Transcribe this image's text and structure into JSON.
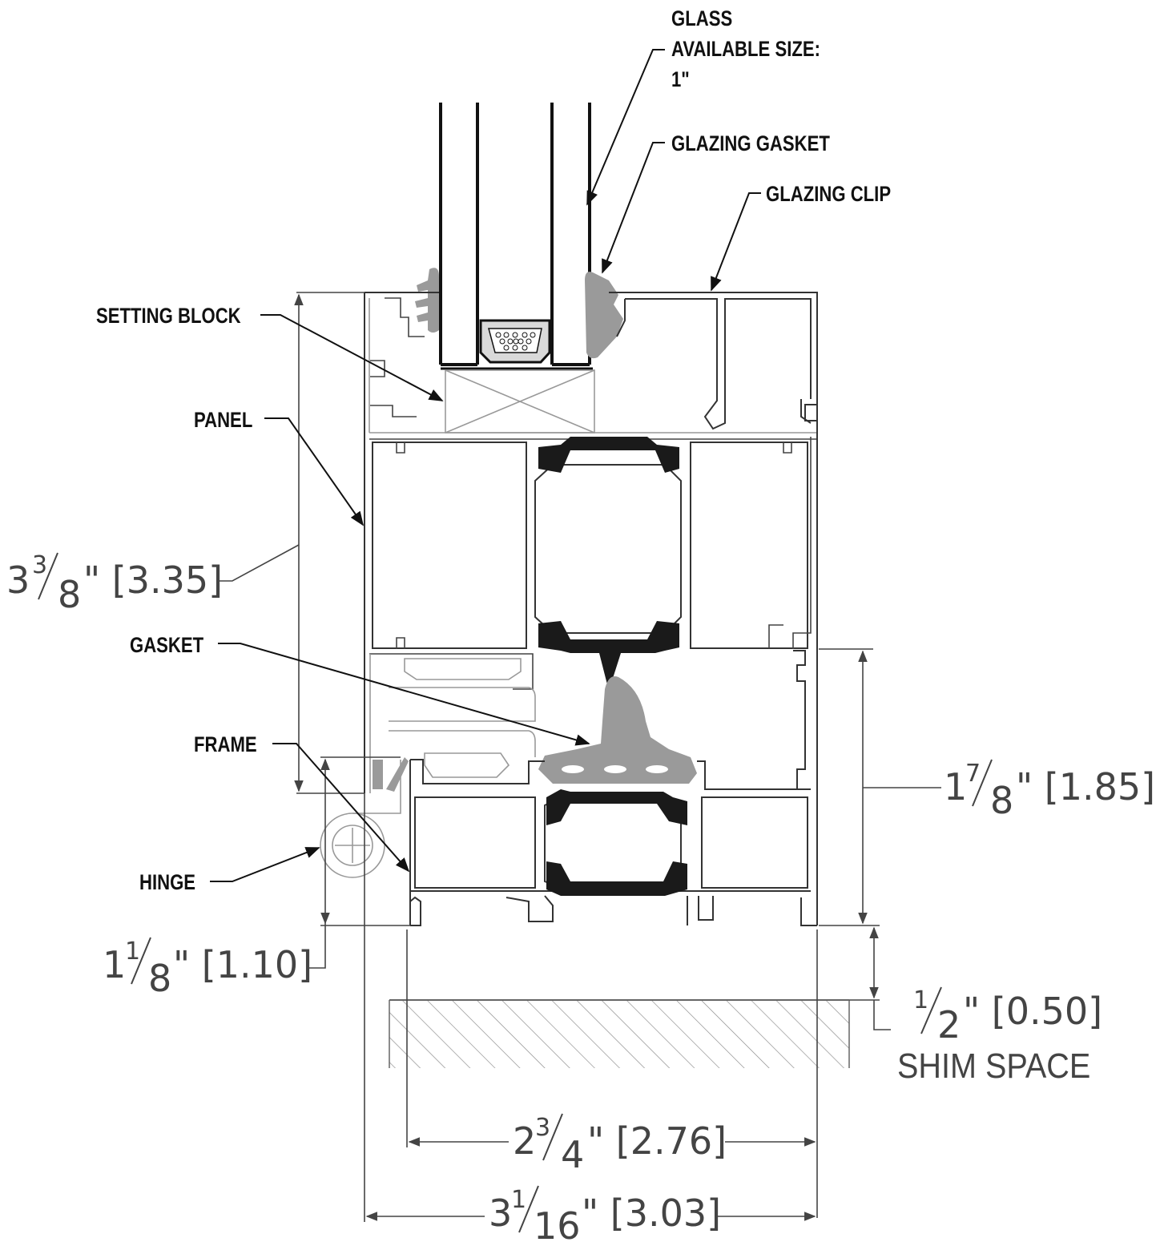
{
  "callouts": {
    "glass_line1": "GLASS",
    "glass_line2": "AVAILABLE SIZE:",
    "glass_line3": "1\"",
    "glazing_gasket": "GLAZING GASKET",
    "glazing_clip": "GLAZING CLIP",
    "setting_block": "SETTING BLOCK",
    "panel": "PANEL",
    "gasket": "GASKET",
    "frame": "FRAME",
    "hinge": "HINGE"
  },
  "dimensions": {
    "panel_height": {
      "whole": "3",
      "num": "3",
      "den": "8",
      "suffix": "\" [3.35]"
    },
    "frame_height": {
      "whole": "1",
      "num": "7",
      "den": "8",
      "suffix": "\" [1.85]"
    },
    "hinge_offset": {
      "whole": "1",
      "num": "1",
      "den": "8",
      "suffix": "\" [1.10]"
    },
    "shim_space": {
      "whole": "",
      "num": "1",
      "den": "2",
      "suffix": "\" [0.50]",
      "label": "SHIM SPACE"
    },
    "frame_depth": {
      "whole": "2",
      "num": "3",
      "den": "4",
      "suffix": "\" [2.76]"
    },
    "panel_depth": {
      "whole": "3",
      "num": "1",
      "den": "16",
      "suffix": "\" [3.03]"
    }
  },
  "colors": {
    "line": "#333333",
    "gasket_black": "#1a1a1a",
    "gasket_gray": "#9a9a9a",
    "hatch": "#888888",
    "dimension_text": "#444444"
  }
}
